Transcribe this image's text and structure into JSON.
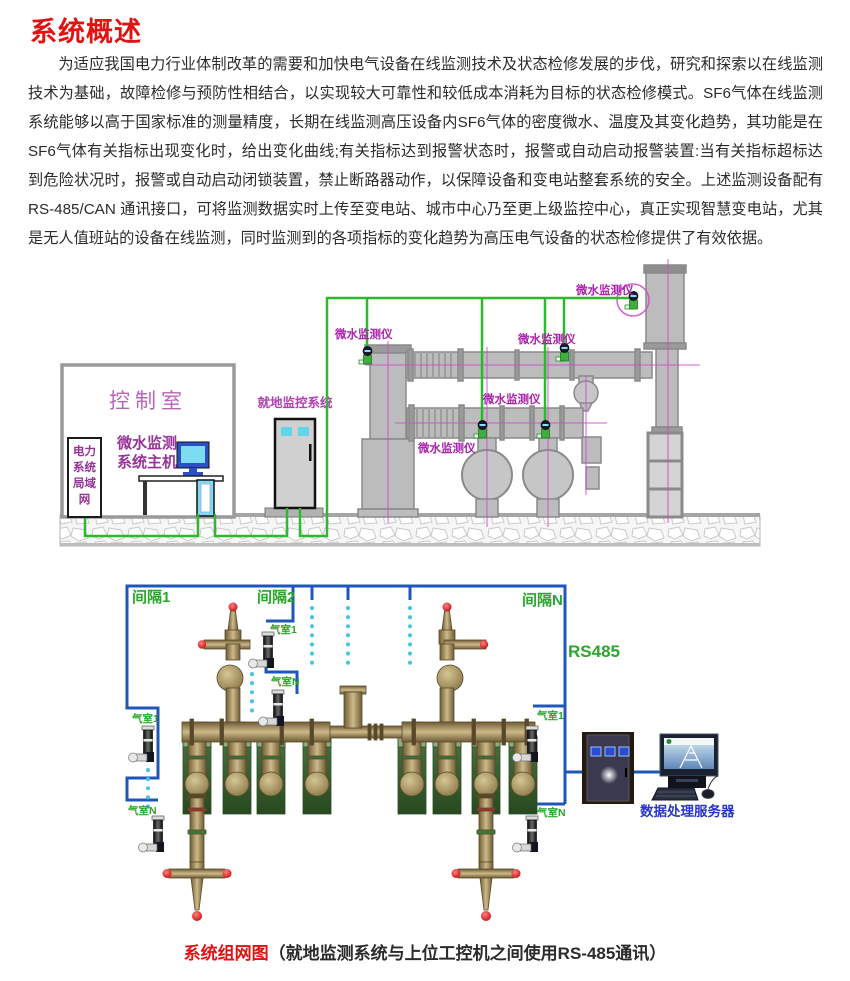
{
  "document": {
    "title": "系统概述",
    "body": "为适应我国电力行业体制改革的需要和加快电气设备在线监测技术及状态检修发展的步伐，研究和探索以在线监测技术为基础，故障检修与预防性相结合，以实现较大可靠性和较低成本消耗为目标的状态检修模式。SF6气体在线监测系统能够以高于国家标准的测量精度，长期在线监测高压设备内SF6气体的密度微水、温度及其变化趋势，其功能是在SF6气体有关指标出现变化时，给出变化曲线;有关指标达到报警状态时，报警或自动启动报警装置:当有关指标超标达到危险状况时，报警或自动启动闭锁装置，禁止断路器动作，以保障设备和变电站整套系统的安全。上述监测设备配有RS-485/CAN 通讯接口，可将监测数据实时上传至变电站、城市中心乃至更上级监控中心，真正实现智慧变电站，尤其是无人值班站的设备在线监测，同时监测到的各项指标的变化趋势为高压电气设备的状态检修提供了有效依据。",
    "caption": {
      "highlight": "系统组网图",
      "text": "（就地监测系统与上位工控机之间使用RS-485通讯）"
    }
  },
  "figure1": {
    "control_room": "控制室",
    "lan_lines": [
      "电力",
      "系统",
      "局域",
      "网"
    ],
    "host_lines": [
      "微水监测",
      "系统主机"
    ],
    "local_cabinet": "就地监控系统",
    "sensor_label": "微水监测仪"
  },
  "figure2": {
    "bay1": "间隔1",
    "bay2": "间隔2",
    "bayN": "间隔N",
    "bus_label": "RS485",
    "chamber1": "气室1",
    "chamberN": "气室N",
    "server_label": "数据处理服务器"
  },
  "colors": {
    "title_red": "#e31212",
    "purple_label": "#993399",
    "room_purple": "#b965b9",
    "wire_green": "#2eb82d",
    "label_green": "#28a828",
    "bus_blue": "#1f57b8",
    "server_text_blue": "#2936cc",
    "dotted_cyan": "#49c4e4"
  }
}
